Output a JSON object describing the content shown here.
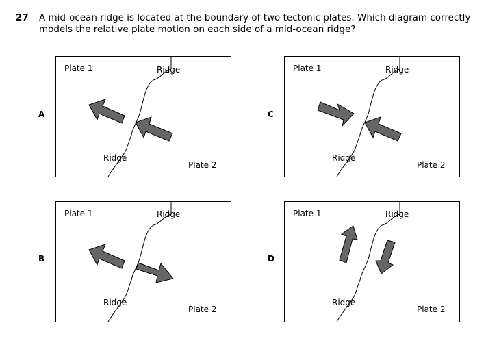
{
  "question": {
    "number": "27",
    "text": "A mid-ocean ridge is located at the boundary of two tectonic plates. Which diagram correctly models the relative plate motion on each side of a mid-ocean ridge?"
  },
  "choices": [
    {
      "letter": "A",
      "plate1": "Plate 1",
      "plate2": "Plate 2",
      "ridge_top": "Ridge",
      "ridge_bottom": "Ridge",
      "motion": "arrows point toward upper-left on both sides of the ridge"
    },
    {
      "letter": "B",
      "plate1": "Plate 1",
      "plate2": "Plate 2",
      "ridge_top": "Ridge",
      "ridge_bottom": "Ridge",
      "motion": "arrows point away from the ridge"
    },
    {
      "letter": "C",
      "plate1": "Plate 1",
      "plate2": "Plate 2",
      "ridge_top": "Ridge",
      "ridge_bottom": "Ridge",
      "motion": "arrows point toward the ridge"
    },
    {
      "letter": "D",
      "plate1": "Plate 1",
      "plate2": "Plate 2",
      "ridge_top": "Ridge",
      "ridge_bottom": "Ridge",
      "motion": "arrows point parallel to the ridge in opposite directions"
    }
  ],
  "colors": {
    "arrow_fill": "#666666",
    "arrow_stroke": "#000000"
  }
}
